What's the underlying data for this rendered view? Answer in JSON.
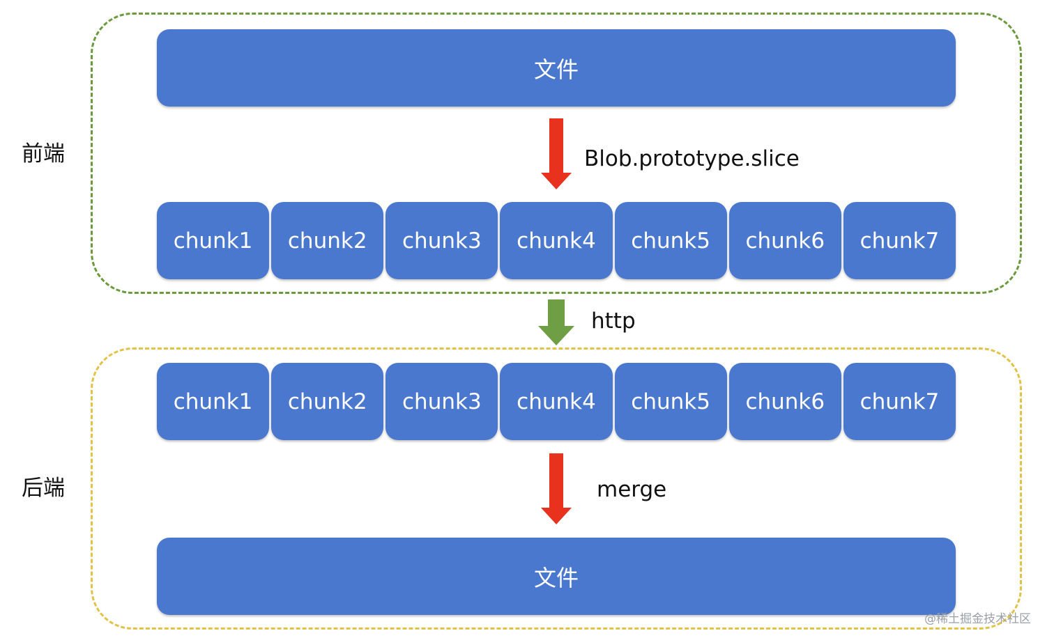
{
  "regions": {
    "frontend": {
      "label": "前端",
      "border_color": "#6a9a3c"
    },
    "backend": {
      "label": "后端",
      "border_color": "#e3c24a"
    }
  },
  "file_top": {
    "label": "文件"
  },
  "file_bottom": {
    "label": "文件"
  },
  "chunks_front": [
    "chunk1",
    "chunk2",
    "chunk3",
    "chunk4",
    "chunk5",
    "chunk6",
    "chunk7"
  ],
  "chunks_back": [
    "chunk1",
    "chunk2",
    "chunk3",
    "chunk4",
    "chunk5",
    "chunk6",
    "chunk7"
  ],
  "arrows": {
    "slice": {
      "label": "Blob.prototype.slice",
      "color": "#e8321e",
      "icon": "down-arrow-icon"
    },
    "http": {
      "label": "http",
      "color": "#6e9f45",
      "icon": "down-arrow-icon"
    },
    "merge": {
      "label": "merge",
      "color": "#e8321e",
      "icon": "down-arrow-icon"
    }
  },
  "colors": {
    "box_fill": "#4a78cf",
    "box_text": "#ffffff"
  },
  "watermark": "@稀土掘金技术社区"
}
